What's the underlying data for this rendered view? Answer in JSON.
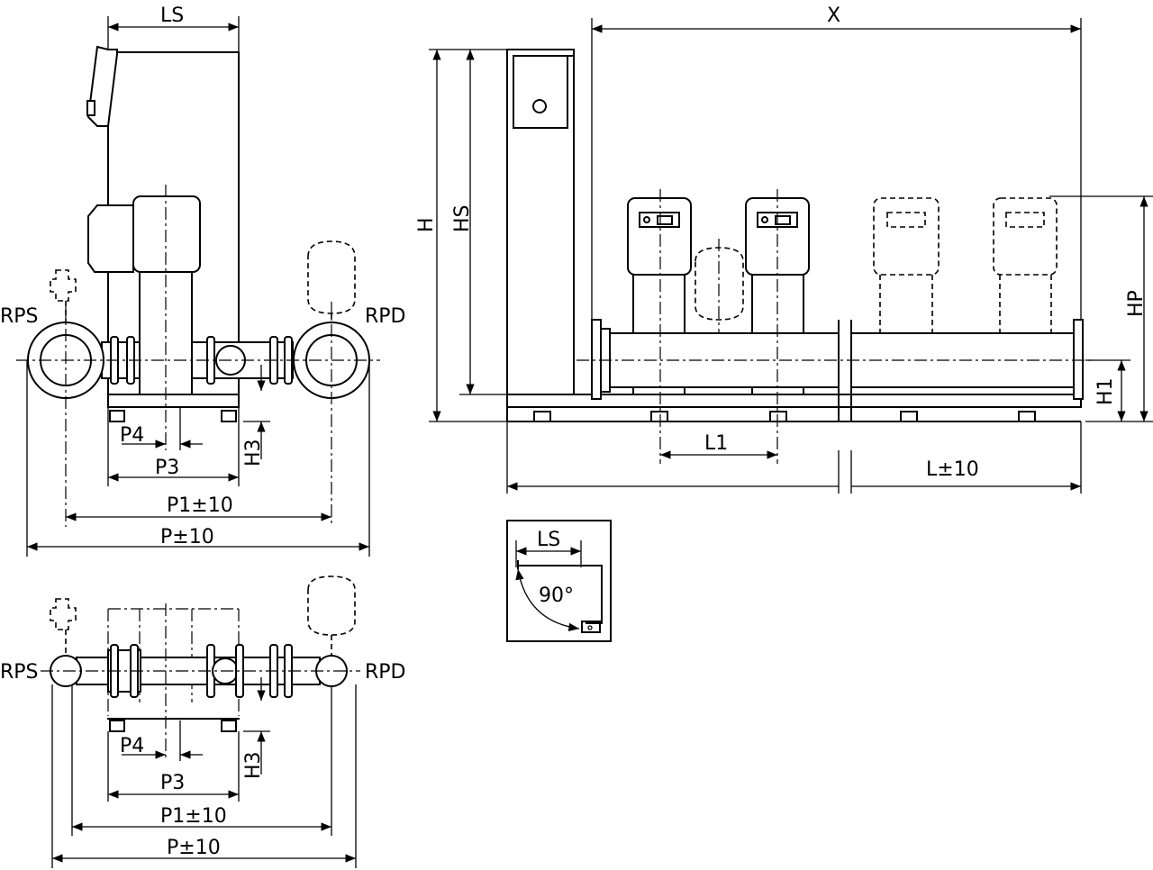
{
  "front_view": {
    "ls": "LS",
    "rps": "RPS",
    "rpd": "RPD",
    "p4": "P4",
    "p3": "P3",
    "h3": "H3",
    "p1": "P1±10",
    "p": "P±10"
  },
  "side_view": {
    "x": "X",
    "h": "H",
    "hs": "HS",
    "hp": "HP",
    "h1": "H1",
    "l1": "L1",
    "l": "L±10"
  },
  "inset": {
    "ls": "LS",
    "angle": "90°"
  },
  "top_view": {
    "rps": "RPS",
    "rpd": "RPD",
    "p4": "P4",
    "p3": "P3",
    "h3": "H3",
    "p1": "P1±10",
    "p": "P±10"
  }
}
